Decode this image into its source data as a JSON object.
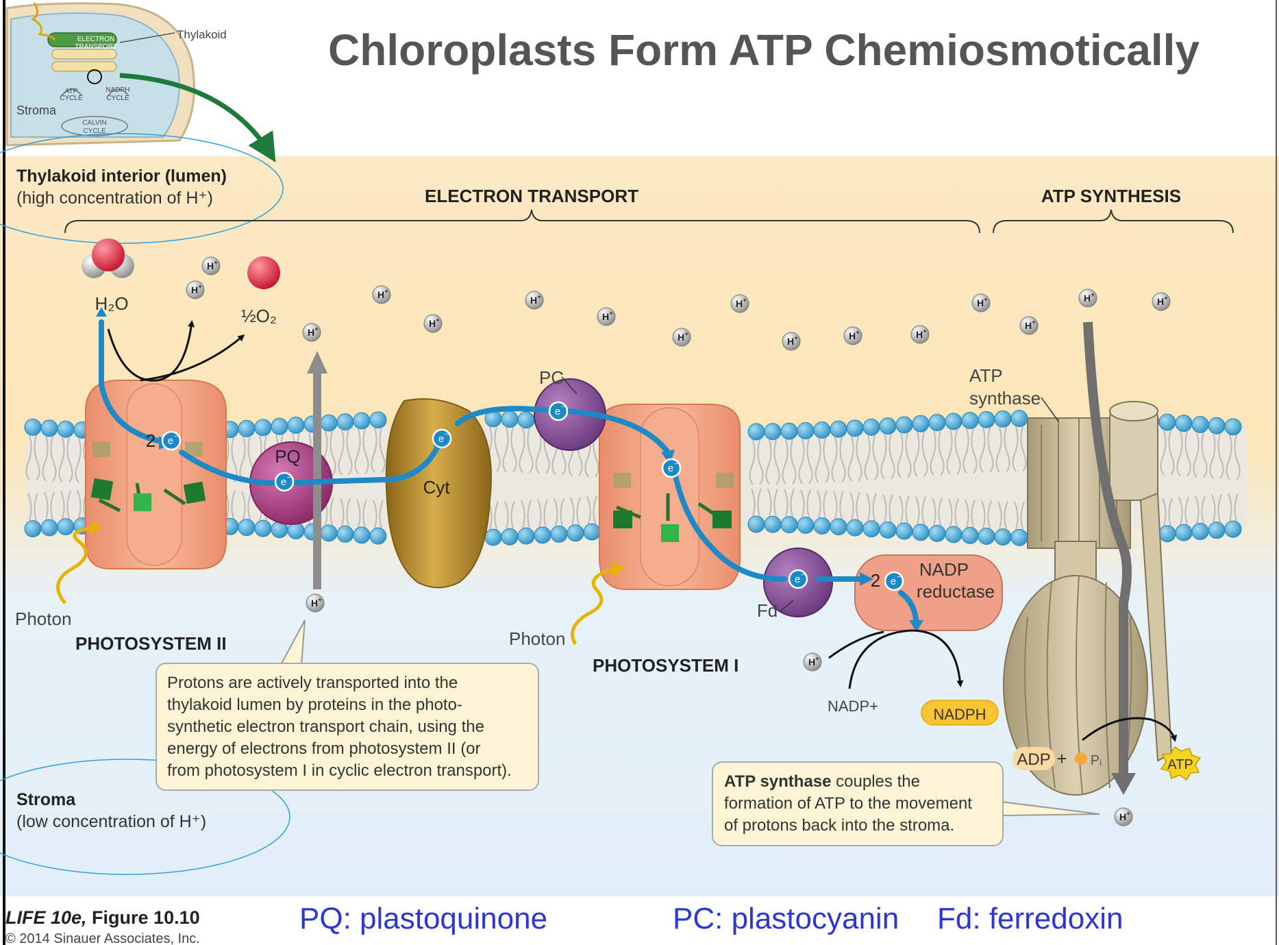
{
  "title": "Chloroplasts Form ATP Chemiosmotically",
  "inset": {
    "thylakoid": "Thylakoid",
    "electron_transport_1": "ELECTRON",
    "electron_transport_2": "TRANSPORT",
    "atp_cycle_1": "ATP",
    "atp_cycle_2": "CYCLE",
    "nadph_cycle_1": "NADPH",
    "nadph_cycle_2": "CYCLE",
    "calvin_cycle_1": "CALVIN",
    "calvin_cycle_2": "CYCLE",
    "stroma": "Stroma"
  },
  "regions": {
    "lumen_title": "Thylakoid interior (lumen)",
    "lumen_sub": "(high concentration of H⁺)",
    "stroma_title": "Stroma",
    "stroma_sub": "(low concentration of H⁺)"
  },
  "sections": {
    "electron_transport": "ELECTRON TRANSPORT",
    "atp_synthesis": "ATP SYNTHESIS"
  },
  "labels": {
    "h2o": "H₂O",
    "half_o2": "½O₂",
    "proton": "H⁺",
    "electron": "e⁻",
    "two": "2",
    "pq": "PQ",
    "cyt": "Cyt",
    "pc": "PC",
    "fd": "Fd",
    "nadp_reductase_1": "NADP",
    "nadp_reductase_2": "reductase",
    "atp_synthase_1": "ATP",
    "atp_synthase_2": "synthase",
    "photon": "Photon",
    "photosystem_ii": "PHOTOSYSTEM II",
    "photosystem_i": "PHOTOSYSTEM I",
    "nadp_plus": "NADP+",
    "nadph": "NADPH",
    "adp": "ADP",
    "plus": "+",
    "pi": "Pᵢ",
    "atp": "ATP"
  },
  "callouts": {
    "protons_lines": [
      "Protons are actively transported into the",
      "thylakoid lumen by proteins in the photo-",
      "synthetic electron transport chain, using the",
      "energy of electrons from photosystem II (or",
      "from photosystem I in cyclic electron transport)."
    ],
    "atp_bold": "ATP synthase",
    "atp_line1_rest": " couples the",
    "atp_line2": "formation of ATP to the movement",
    "atp_line3": "of protons back into the stroma."
  },
  "footer": {
    "figure_italic": "LIFE 10e,",
    "figure_rest": " Figure 10.10",
    "copyright": "© 2014 Sinauer Associates, Inc.",
    "pq_def": "PQ: plastoquinone",
    "pc_def": "PC: plastocyanin",
    "fd_def": "Fd: ferredoxin"
  },
  "colors": {
    "lumen": "#fbe7bc",
    "stroma": "#e6f1f9",
    "membrane_head": "#5bb3dd",
    "photosystem": "#f2a585",
    "electron_arrow": "#1d8ac7",
    "pq": "#a3397d",
    "cyt": "#b0862a",
    "synthase": "#cbbd9b",
    "title": "#555555",
    "footer_blue": "#2c36d6",
    "nadph_fill": "#f7c531"
  }
}
